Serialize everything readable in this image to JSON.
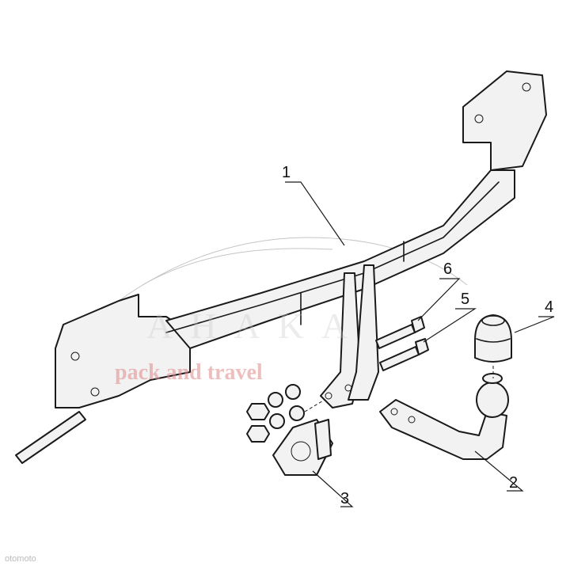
{
  "diagram": {
    "callouts": [
      {
        "id": "1",
        "label": "1"
      },
      {
        "id": "2",
        "label": "2"
      },
      {
        "id": "3",
        "label": "3"
      },
      {
        "id": "4",
        "label": "4"
      },
      {
        "id": "5",
        "label": "5"
      },
      {
        "id": "6",
        "label": "6"
      }
    ]
  },
  "watermark": {
    "brand": "AHAKA",
    "tagline": "pack and travel",
    "site": "otomoto"
  },
  "colors": {
    "line": "#1a1a1a",
    "fill": "#f2f2f2",
    "watermark": "#e08a8a"
  }
}
